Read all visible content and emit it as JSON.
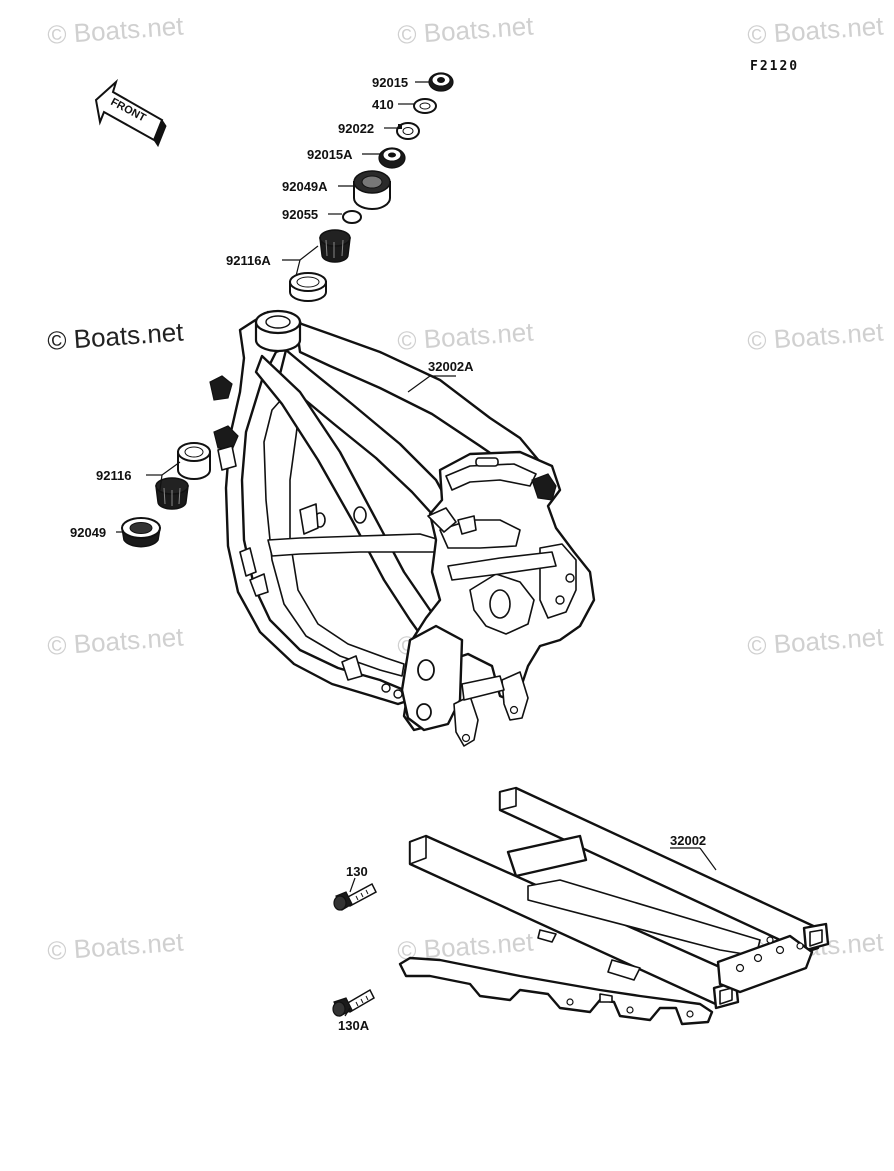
{
  "figure_code": "F2120",
  "front_label": "FRONT",
  "watermark": "© Boats.net",
  "parts": {
    "p92015": "92015",
    "p410": "410",
    "p92022": "92022",
    "p92015A": "92015A",
    "p92049A": "92049A",
    "p92055": "92055",
    "p92116A": "92116A",
    "p32002A": "32002A",
    "p92116": "92116",
    "p92049": "92049",
    "p32002": "32002",
    "p130": "130",
    "p130A": "130A"
  },
  "colors": {
    "line": "#111111",
    "watermark_light": "#d0d0d0",
    "watermark_dark": "#222222",
    "background": "#ffffff"
  }
}
